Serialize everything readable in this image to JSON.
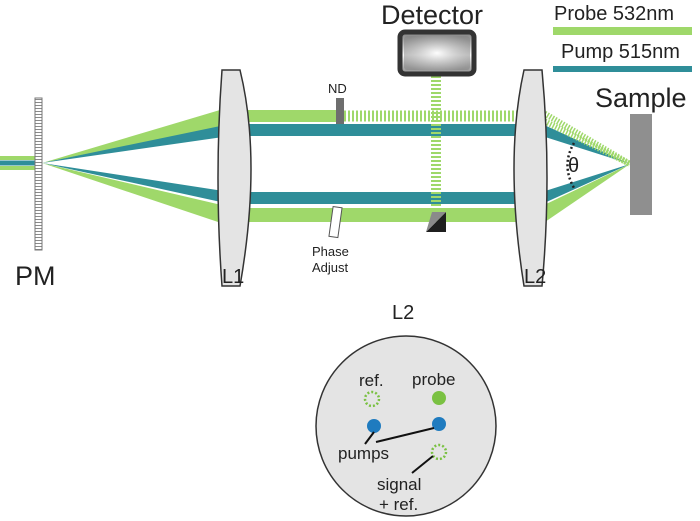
{
  "colors": {
    "probe": "#9fd86a",
    "pump": "#2f8e99",
    "lens_fill": "#e4e4e4",
    "lens_stroke": "#333333",
    "sample": "#8f8f8f",
    "detector_border": "#333333",
    "inset_fill": "#e4e4e4",
    "probe_dot": "#7ac142",
    "pump_dot": "#1f7bbf"
  },
  "legend": {
    "probe_label": "Probe 532nm",
    "pump_label": "Pump 515nm"
  },
  "labels": {
    "detector": "Detector",
    "sample": "Sample",
    "pm": "PM",
    "l1": "L1",
    "l2": "L2",
    "nd": "ND",
    "phase_line1": "Phase",
    "phase_line2": "Adjust",
    "theta": "θ"
  },
  "inset": {
    "title": "L2",
    "ref": "ref.",
    "probe": "probe",
    "pumps": "pumps",
    "signal_line1": "signal",
    "signal_line2": "+ ref."
  }
}
